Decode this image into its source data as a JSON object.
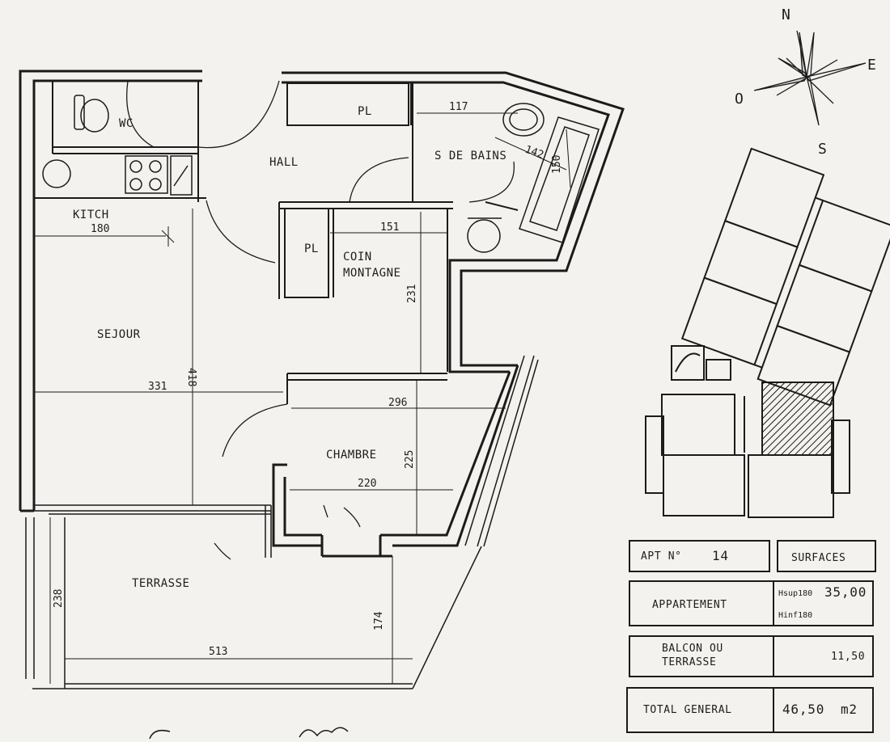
{
  "rooms": {
    "wc": "WC",
    "hall": "HALL",
    "bath": "S DE BAINS",
    "placard1": "PL",
    "placard2": "PL",
    "kitch": "KITCH",
    "coin_line1": "COIN",
    "coin_line2": "MONTAGNE",
    "sejour": "SEJOUR",
    "chambre": "CHAMBRE",
    "terrasse": "TERRASSE"
  },
  "dimensions": {
    "kitch_width": "180",
    "bath_top": "117",
    "bath_diag": "142",
    "bath_tub": "150",
    "coin_width": "151",
    "coin_height": "231",
    "sejour_height": "418",
    "sejour_width": "331",
    "chambre_width": "296",
    "chambre_height": "225",
    "chambre_inner": "220",
    "terrasse_height_left": "238",
    "terrasse_height_right": "174",
    "terrasse_width": "513"
  },
  "compass": {
    "n": "N",
    "e": "E",
    "s": "S",
    "o": "O"
  },
  "table": {
    "apt_label": "APT N°",
    "apt_number": "14",
    "surfaces": "SURFACES",
    "appartement": "APPARTEMENT",
    "haut_label": "Hsup180",
    "haut_value": "35,00",
    "hinf_label": "Hinf180",
    "balcon_line1": "BALCON OU",
    "balcon_line2": "TERRASSE",
    "balcon_value": "11,50",
    "total_label": "TOTAL GENERAL",
    "total_value": "46,50",
    "unit": "m2"
  }
}
